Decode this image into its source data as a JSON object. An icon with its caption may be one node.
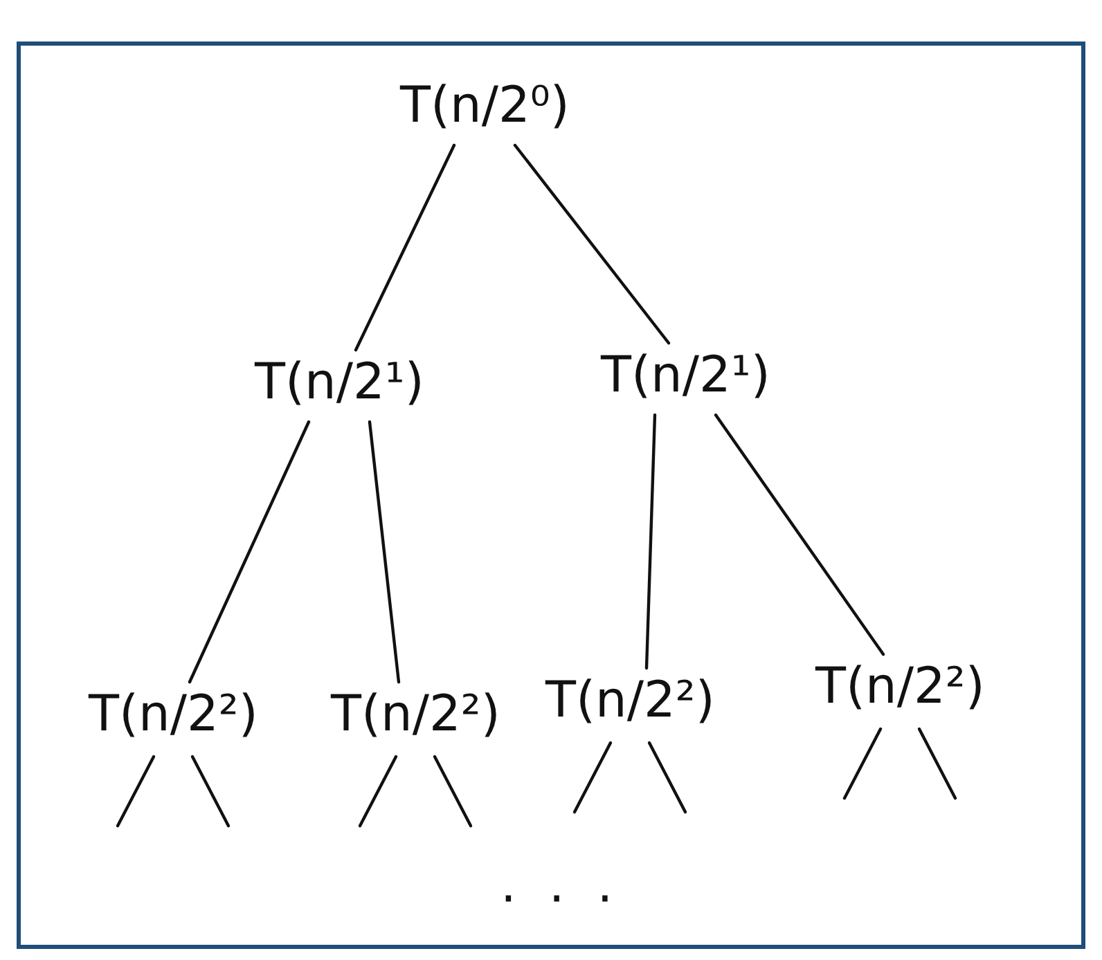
{
  "diagram": {
    "nodes": [
      {
        "text": [
          "T(n/2⁰)"
        ]
      },
      {
        "text": [
          "T(n/2¹)"
        ]
      },
      {
        "text": [
          "T(n/2¹)"
        ]
      },
      {
        "text": [
          "T(n/2²)"
        ]
      },
      {
        "text": [
          "T(n/2²)"
        ]
      },
      {
        "text": [
          "T(n/2²)"
        ]
      },
      {
        "text": [
          "T(n/2²)"
        ]
      }
    ],
    "edges": [
      {
        "from": 0,
        "to": 1,
        "arrow": "none"
      },
      {
        "from": 0,
        "to": 2,
        "arrow": "none"
      },
      {
        "from": 1,
        "to": 3,
        "arrow": "none"
      },
      {
        "from": 1,
        "to": 4,
        "arrow": "none"
      },
      {
        "from": 2,
        "to": 5,
        "arrow": "none"
      },
      {
        "from": 2,
        "to": 6,
        "arrow": "none"
      },
      {
        "from": 3,
        "to": null,
        "arrow": "none"
      },
      {
        "from": 3,
        "to": null,
        "arrow": "none"
      },
      {
        "from": 4,
        "to": null,
        "arrow": "none"
      },
      {
        "from": 4,
        "to": null,
        "arrow": "none"
      },
      {
        "from": 5,
        "to": null,
        "arrow": "none"
      },
      {
        "from": 5,
        "to": null,
        "arrow": "none"
      },
      {
        "from": 6,
        "to": null,
        "arrow": "none"
      },
      {
        "from": 6,
        "to": null,
        "arrow": "none"
      }
    ],
    "labels": [
      "· · ·"
    ]
  }
}
